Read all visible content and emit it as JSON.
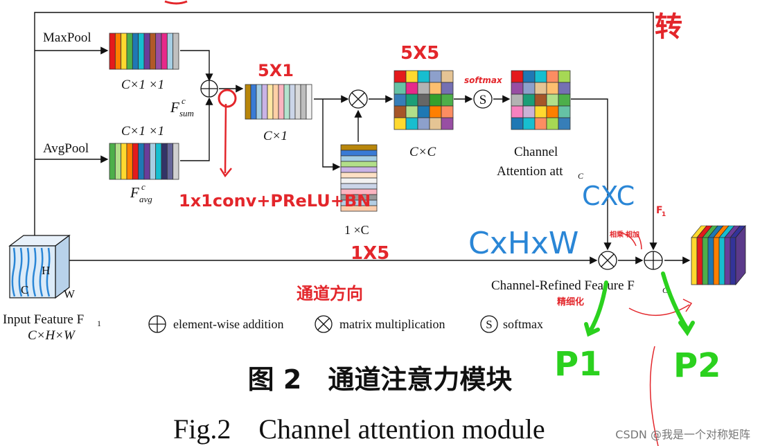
{
  "labels": {
    "maxpool": "MaxPool",
    "avgpool": "AvgPool",
    "cx1x1_top": "C×1 ×1",
    "cx1x1_mid": "C×1 ×1",
    "fsum_base": "F",
    "fsum_sup": "c",
    "fsum_sub": "sum",
    "favg_base": "F",
    "favg_sup": "c",
    "favg_sub": "avg",
    "cx1": "C×1",
    "onexc": "1 ×C",
    "cxc": "C×C",
    "channel": "Channel",
    "attention": "Attention att",
    "attention_sub": "C",
    "refined": "Channel-Refined Feature F",
    "refined_sub": "C",
    "input_line1": "Input Feature F",
    "input_sub": "1",
    "input_line2": "C×H×W",
    "cube_h": "H",
    "cube_c": "C",
    "cube_w": "W",
    "softmax_s": "S"
  },
  "legend": {
    "addition": "element-wise addition",
    "multiplication": "matrix multiplication",
    "softmax": "softmax",
    "softmax_s": "S"
  },
  "annotations": {
    "a_top_right": "转",
    "a_5x1": "5X1",
    "a_5x5": "5X5",
    "a_softmax": "softmax",
    "a_conv": "1x1conv+PReLU+BN",
    "a_1x5": "1X5",
    "a_cxc": "CXC",
    "a_cxhxw": "CxHxW",
    "a_f1": "F",
    "a_f1_sub": "1",
    "a_channel_dir": "通道方向",
    "a_small_left": "相乘",
    "a_small_right": "相加",
    "a_mul_note": "精细化",
    "a_p1": "P1",
    "a_p2": "P2"
  },
  "caption": {
    "cn": "图 2　通道注意力模块",
    "en": "Fig.2    Channel attention module"
  },
  "watermark": "CSDN @我是一个对称矩阵",
  "colors": {
    "rainbow": [
      "#e41a1c",
      "#ff7f00",
      "#ffd92f",
      "#4daf4a",
      "#1f78b4",
      "#6a3d9a",
      "#a6cee3",
      "#b2df8a"
    ],
    "annotation_red": "#e3262b",
    "annotation_blue": "#2a86d6",
    "annotation_green": "#2bd11e",
    "cube_face": "#cfe3f5",
    "cube_stripe": "#2a86d6"
  }
}
